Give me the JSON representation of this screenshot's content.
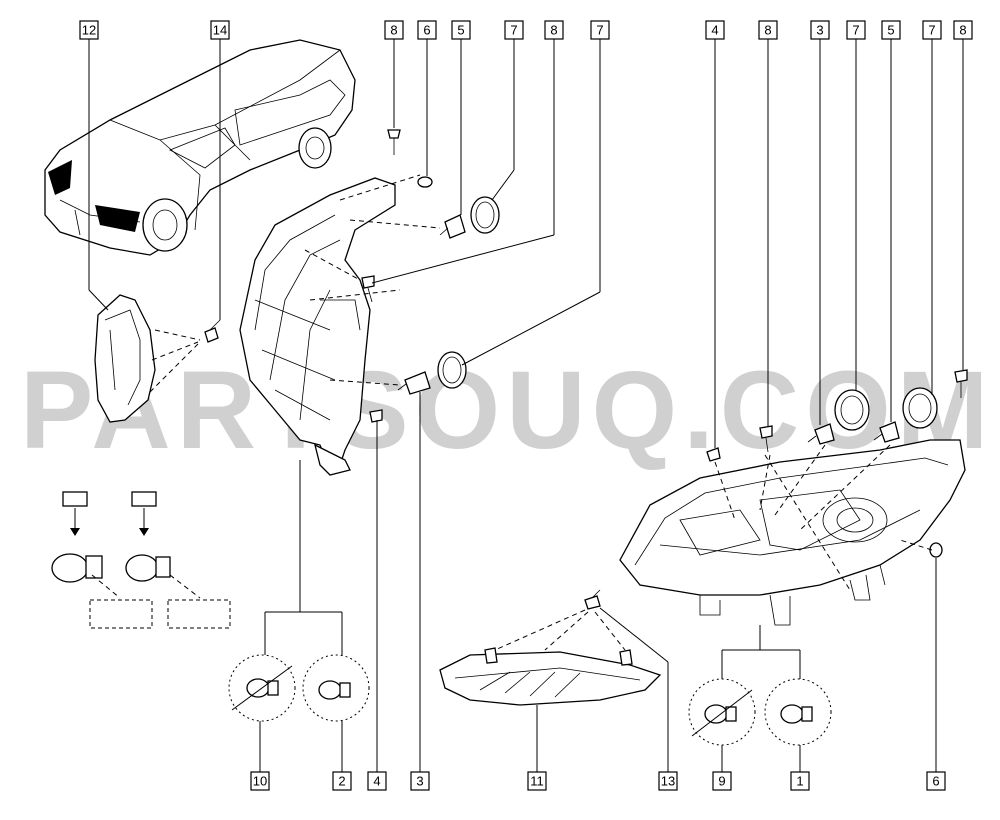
{
  "watermark": "PARTSOUQ.COM",
  "callouts": {
    "c12": "12",
    "c14": "14",
    "c8a": "8",
    "c6a": "6",
    "c5a": "5",
    "c7a": "7",
    "c8b": "8",
    "c7b": "7",
    "c4a": "4",
    "c8c": "8",
    "c3a": "3",
    "c7c": "7",
    "c5b": "5",
    "c7d": "7",
    "c8d": "8",
    "c10": "10",
    "c2": "2",
    "c4b": "4",
    "c3b": "3",
    "c11": "11",
    "c13": "13",
    "c9": "9",
    "c1": "1",
    "c6b": "6"
  }
}
